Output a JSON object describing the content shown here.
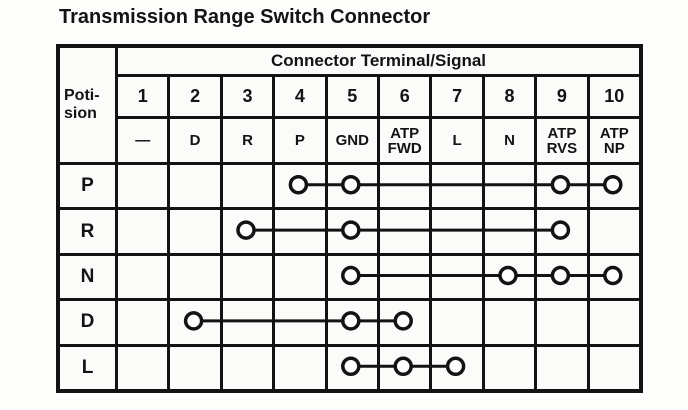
{
  "page": {
    "title": "Transmission Range Switch Connector"
  },
  "table": {
    "corner_label": "Poti-\nsion",
    "header_label": "Connector Terminal/Signal",
    "terminals": [
      "1",
      "2",
      "3",
      "4",
      "5",
      "6",
      "7",
      "8",
      "9",
      "10"
    ],
    "signals": [
      "—",
      "D",
      "R",
      "P",
      "GND",
      "ATP\nFWD",
      "L",
      "N",
      "ATP\nRVS",
      "ATP\nNP"
    ],
    "continuity": [
      {
        "position": "P",
        "terminals": [
          4,
          5,
          9,
          10
        ]
      },
      {
        "position": "R",
        "terminals": [
          3,
          5,
          9
        ]
      },
      {
        "position": "N",
        "terminals": [
          5,
          8,
          9,
          10
        ]
      },
      {
        "position": "D",
        "terminals": [
          2,
          5,
          6
        ]
      },
      {
        "position": "L",
        "terminals": [
          5,
          6,
          7
        ]
      }
    ],
    "colors": {
      "ink": "#131313",
      "paper": "#fbfbfa"
    }
  }
}
